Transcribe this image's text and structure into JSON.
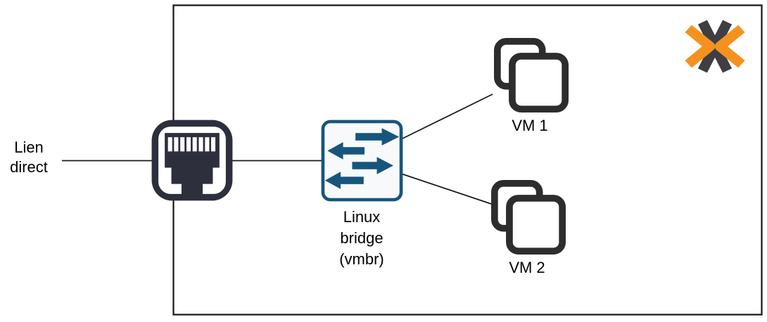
{
  "diagram": {
    "labels": {
      "external_link": "Lien direct",
      "bridge": "Linux bridge (vmbr)",
      "vm1": "VM 1",
      "vm2": "VM 2"
    },
    "icons": {
      "ethernet": "ethernet-port-icon",
      "bridge": "network-bridge-switch-icon",
      "vm": "virtual-machine-icon",
      "logo": "proxmox-logo"
    },
    "colors": {
      "wire": "#1a1a1a",
      "host_border": "#141414",
      "ethernet_dark": "#2e2f3d",
      "bridge_stroke": "#17567c",
      "bridge_fill": "#f7f9fa",
      "vm_dark": "#2d2d2d",
      "proxmox_orange": "#f5921f",
      "proxmox_gray": "#3f3e42",
      "background": "#ffffff"
    }
  }
}
